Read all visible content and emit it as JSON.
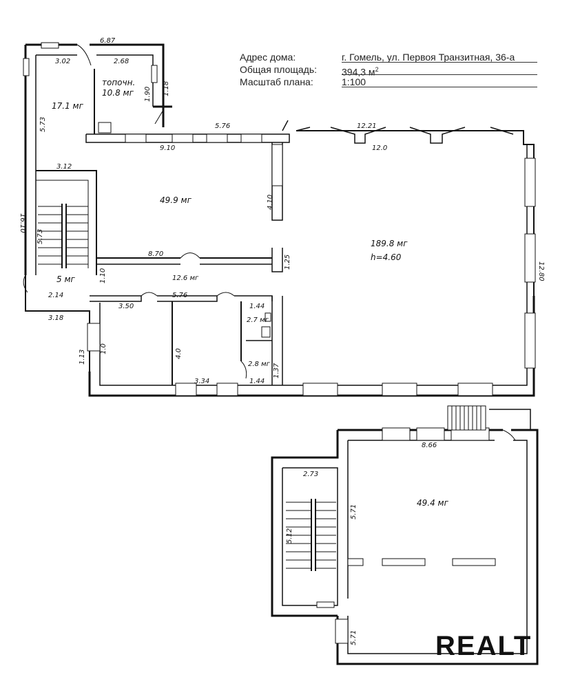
{
  "info": {
    "address_label": "Адрес дома:",
    "address_value": "г. Гомель, ул. Первоя Транзитная, 36-а",
    "area_label": "Общая площадь:",
    "area_value": "394,3 м",
    "area_unit_sup": "2",
    "scale_label": "Масштаб плана:",
    "scale_value": "1:100"
  },
  "plan": {
    "dims": {
      "d_6_87": "6.87",
      "d_3_02": "3.02",
      "d_2_68": "2.68",
      "d_1_18": "1.18",
      "d_1_90": "1.90",
      "d_5_73": "5.73",
      "d_5_76": "5.76",
      "d_12_21": "12.21",
      "d_9_10": "9.10",
      "d_12_0": "12.0",
      "d_3_12": "3.12",
      "d_16_10": "16.10",
      "d_5_73b": "5.73",
      "d_4_10": "4.10",
      "d_8_70": "8.70",
      "d_1_10": "1.10",
      "d_1_25": "1.25",
      "d_12_6": "12.6 мг",
      "d_12_80": "12.80",
      "d_2_14": "2.14",
      "d_3_18": "3.18",
      "d_3_50": "3.50",
      "d_5_76b": "5.76",
      "d_1_44": "1.44",
      "d_1_0": "1.0",
      "d_1_13": "1.13",
      "d_4_0": "4.0",
      "d_3_34": "3.34",
      "d_2_8": "2.8 мг",
      "d_1_44b": "1.44",
      "d_1_37": "1.37",
      "d_8_66": "8.66",
      "d_2_73": "2.73",
      "d_5_71": "5.71",
      "d_5_12": "5.12",
      "d_5_71b": "5.71"
    },
    "rooms": {
      "r_17_1": "17.1 мг",
      "r_topochn": "топочн.",
      "r_10_8": "10.8 мг",
      "r_49_9": "49.9 мг",
      "r_189_8": "189.8 мг",
      "r_height": "h=4.60",
      "r_5": "5 мг",
      "r_2_7": "2.7 мг",
      "r_49_4": "49.4 мг"
    },
    "watermark": "REALT",
    "colors": {
      "ink": "#111111",
      "watermark": "#e4e4e4"
    }
  }
}
